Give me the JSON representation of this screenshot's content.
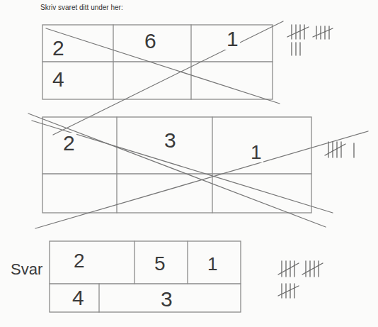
{
  "diagram": {
    "title": "Skriv svaret ditt under her:",
    "labels": [
      "2",
      "6",
      "1",
      "4",
      "2",
      "3",
      "1",
      "Svar",
      "2",
      "5",
      "1",
      "4",
      "3"
    ]
  }
}
